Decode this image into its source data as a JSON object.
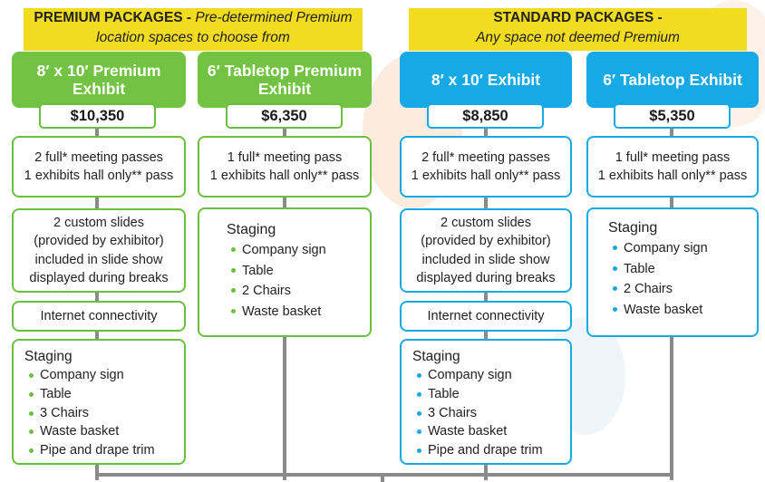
{
  "colors": {
    "premium": "#72c244",
    "standard": "#16a9e6",
    "header": "#f2dc1f",
    "connector": "#8a8a8a"
  },
  "premium_header": {
    "bold": "PREMIUM PACKAGES - ",
    "italic1": "Pre-determined Premium",
    "italic2": "location spaces to choose from"
  },
  "standard_header": {
    "bold": "STANDARD PACKAGES -",
    "italic": "Any space not deemed Premium"
  },
  "packages": [
    {
      "title1": "8′ x 10′ Premium",
      "title2": "Exhibit",
      "price": "$10,350",
      "passes": [
        "2 full* meeting passes",
        "1 exhibits hall only** pass"
      ],
      "slides": [
        "2 custom slides",
        "(provided by exhibitor)",
        "included in slide show",
        "displayed during breaks"
      ],
      "internet": "Internet connectivity",
      "staging_title": "Staging",
      "staging": [
        "Company sign",
        "Table",
        "3 Chairs",
        "Waste basket",
        "Pipe and drape trim"
      ]
    },
    {
      "title1": "6′ Tabletop Premium",
      "title2": "Exhibit",
      "price": "$6,350",
      "passes": [
        "1 full* meeting pass",
        "1 exhibits hall only** pass"
      ],
      "staging_title": "Staging",
      "staging": [
        "Company sign",
        "Table",
        "2 Chairs",
        "Waste basket"
      ]
    },
    {
      "title1": "8′ x 10′ Exhibit",
      "price": "$8,850",
      "passes": [
        "2 full* meeting passes",
        "1 exhibits hall only** pass"
      ],
      "slides": [
        "2 custom slides",
        "(provided by exhibitor)",
        "included in slide show",
        "displayed during breaks"
      ],
      "internet": "Internet connectivity",
      "staging_title": "Staging",
      "staging": [
        "Company sign",
        "Table",
        "3 Chairs",
        "Waste basket",
        "Pipe and drape trim"
      ]
    },
    {
      "title1": "6′ Tabletop Exhibit",
      "price": "$5,350",
      "passes": [
        "1 full* meeting pass",
        "1 exhibits hall only** pass"
      ],
      "staging_title": "Staging",
      "staging": [
        "Company sign",
        "Table",
        "2 Chairs",
        "Waste basket"
      ]
    }
  ]
}
